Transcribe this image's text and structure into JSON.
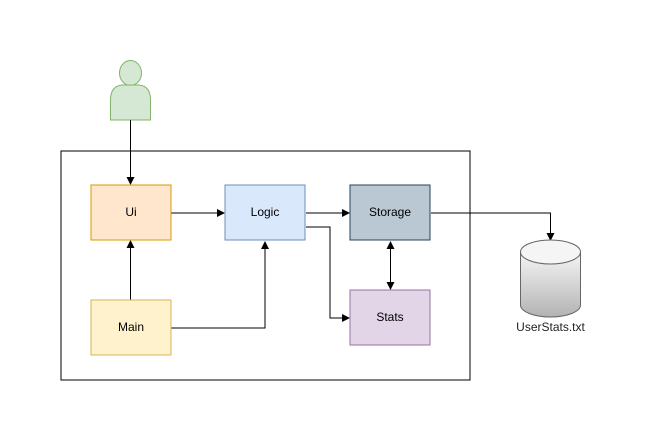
{
  "diagram": {
    "nodes": {
      "ui": {
        "label": "Ui",
        "fill": "#ffe6cc",
        "stroke": "#d79b00"
      },
      "logic": {
        "label": "Logic",
        "fill": "#dae8fc",
        "stroke": "#6c8ebf"
      },
      "storage": {
        "label": "Storage",
        "fill": "#bac8d3",
        "stroke": "#23445d"
      },
      "main": {
        "label": "Main",
        "fill": "#fff2cc",
        "stroke": "#d6b656"
      },
      "stats": {
        "label": "Stats",
        "fill": "#e1d5e7",
        "stroke": "#9673a6"
      }
    },
    "database": {
      "label": "UserStats.txt"
    },
    "actor": {
      "icon": "user-icon",
      "fill": "#d5e8d4",
      "stroke": "#82b366"
    }
  }
}
